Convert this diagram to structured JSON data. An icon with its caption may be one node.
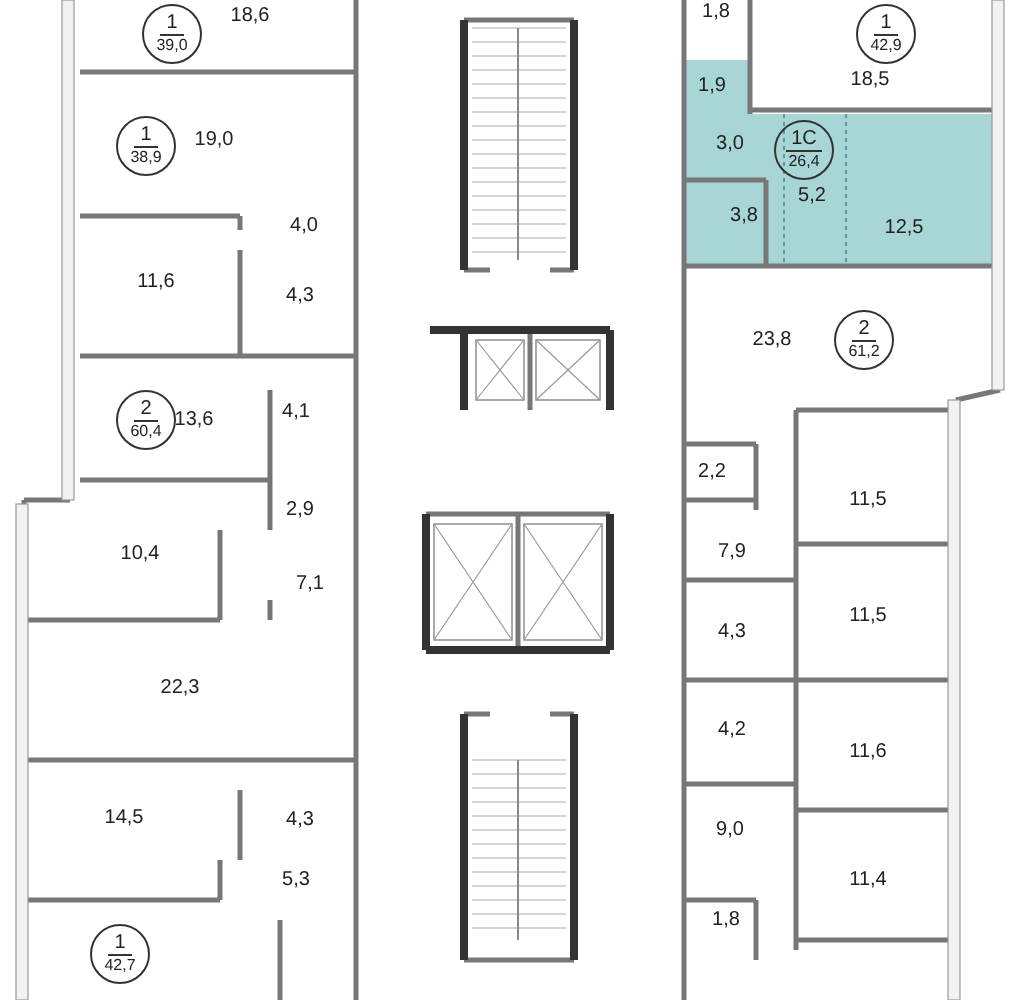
{
  "diagram": {
    "nodes": [
      {
        "text": [
          "1",
          "39,0"
        ]
      },
      {
        "text": [
          "1",
          "38,9"
        ]
      },
      {
        "text": [
          "2",
          "60,4"
        ]
      },
      {
        "text": [
          "1",
          "42,7"
        ]
      },
      {
        "text": [
          "1",
          "42,9"
        ]
      },
      {
        "text": [
          "1С",
          "26,4"
        ]
      },
      {
        "text": [
          "2",
          "61,2"
        ]
      }
    ],
    "labels": [
      "18,6",
      "1,8",
      "18,5",
      "1,9",
      "19,0",
      "3,0",
      "5,2",
      "3,8",
      "12,5",
      "4,0",
      "11,6",
      "4,3",
      "23,8",
      "13,6",
      "4,1",
      "2,2",
      "11,5",
      "2,9",
      "10,4",
      "7,9",
      "7,1",
      "11,5",
      "4,3",
      "22,3",
      "4,2",
      "11,6",
      "14,5",
      "4,3",
      "9,0",
      "5,3",
      "11,4",
      "1,8"
    ]
  }
}
